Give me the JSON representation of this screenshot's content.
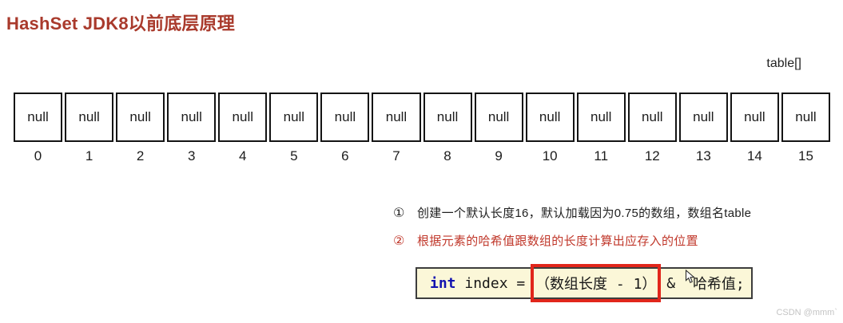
{
  "page": {
    "title": "HashSet JDK8以前底层原理",
    "array_label": "table[]",
    "watermark": "CSDN @mmm`"
  },
  "array": {
    "cells": [
      "null",
      "null",
      "null",
      "null",
      "null",
      "null",
      "null",
      "null",
      "null",
      "null",
      "null",
      "null",
      "null",
      "null",
      "null",
      "null"
    ],
    "indices": [
      "0",
      "1",
      "2",
      "3",
      "4",
      "5",
      "6",
      "7",
      "8",
      "9",
      "10",
      "11",
      "12",
      "13",
      "14",
      "15"
    ]
  },
  "steps": [
    {
      "marker": "①",
      "text": "创建一个默认长度16，默认加载因为0.75的数组，数组名table",
      "color": "#1f1f1f"
    },
    {
      "marker": "②",
      "text": "根据元素的哈希值跟数组的长度计算出应存入的位置",
      "color": "#c0372a"
    }
  ],
  "code": {
    "keyword": "int",
    "pre": " index = ",
    "highlight": "（数组长度 - 1）",
    "mid": " & ",
    "post": "哈希值;"
  },
  "colors": {
    "title": "#a93a2c",
    "step2_red": "#c0372a",
    "highlight_border": "#e1261b",
    "code_background": "#fbf7d8",
    "keyword_blue": "#1313b0"
  }
}
